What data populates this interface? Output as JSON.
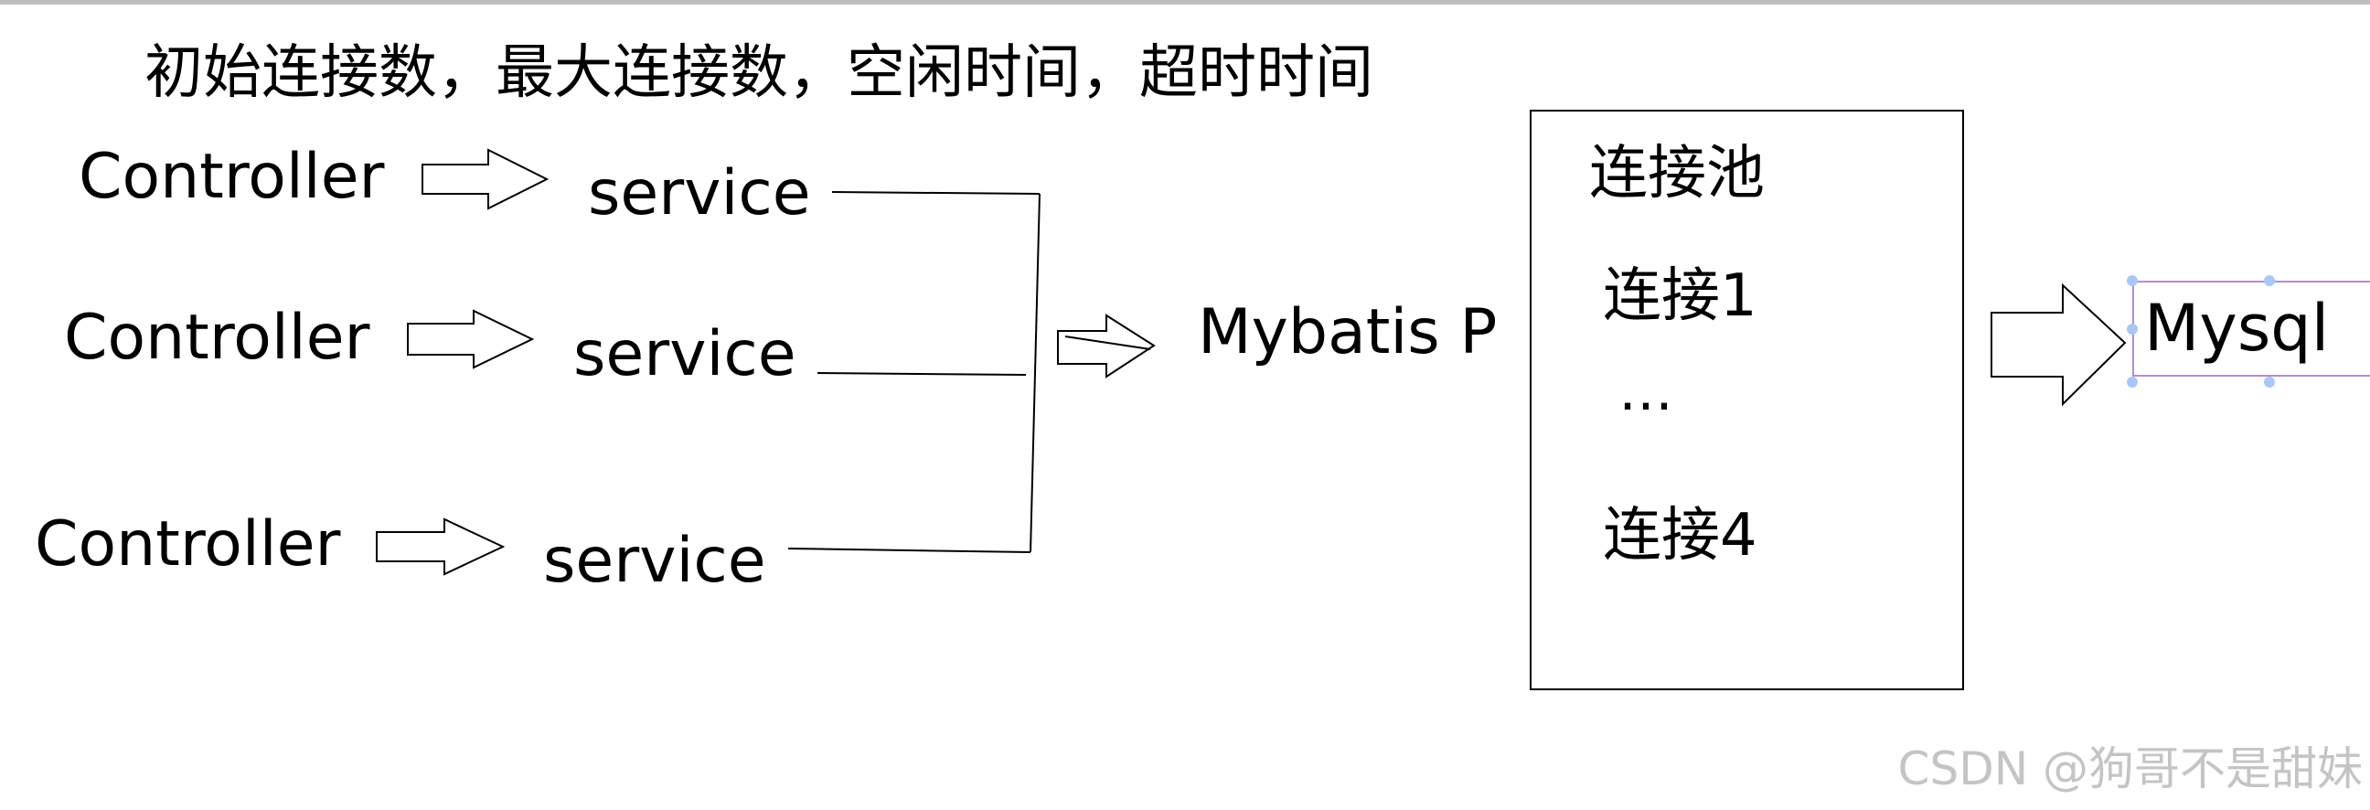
{
  "diagram": {
    "heading": "初始连接数，最大连接数，空闲时间，超时时间",
    "controllers": [
      "Controller",
      "Controller",
      "Controller"
    ],
    "services": [
      "service",
      "service",
      "service"
    ],
    "mybatis_label": "Mybatis P",
    "pool": {
      "title": "连接池",
      "connections": [
        "连接1",
        "…",
        "连接4"
      ]
    },
    "database_label": "Mysql",
    "watermark": "CSDN @狗哥不是甜妹"
  },
  "colors": {
    "stroke": "#000000",
    "selection_handle": "#a9c8f5",
    "selection_outline": "#b58bd6",
    "watermark": "#c4c4c4"
  }
}
